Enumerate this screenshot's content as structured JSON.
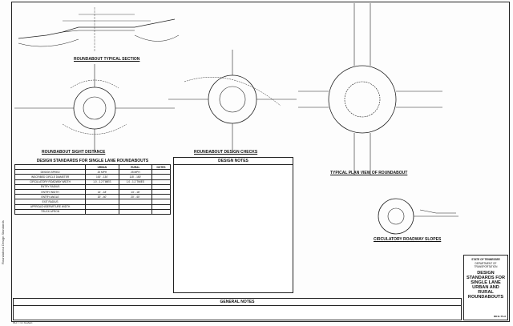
{
  "sidebar": {
    "file_path": "Roundabout Design Standards"
  },
  "drawings": {
    "typical_section": "ROUNDABOUT TYPICAL SECTION",
    "sight_distance": "ROUNDABOUT SIGHT DISTANCE",
    "design_checks": "ROUNDABOUT DESIGN CHECKS",
    "plan_view": "TYPICAL PLAN VIEW OF ROUNDABOUT",
    "roadway_slopes": "CIRCULATORY ROADWAY SLOPES"
  },
  "standards": {
    "title": "DESIGN STANDARDS FOR SINGLE LANE ROUNDABOUTS",
    "headers": [
      "",
      "URBAN",
      "RURAL",
      "NOTES"
    ],
    "rows": [
      [
        "DESIGN SPEED",
        "20 MPH",
        "25 MPH",
        ""
      ],
      [
        "INSCRIBED CIRCLE DIAMETER",
        "100' - 130'",
        "115' - 150'",
        ""
      ],
      [
        "CIRCULATORY ROADWAY WIDTH",
        "1.0 - 1.2 TIMES",
        "1.0 - 1.2 TIMES",
        ""
      ],
      [
        "ENTRY RADIUS",
        "",
        "",
        ""
      ],
      [
        "ENTRY WIDTH",
        "14' - 18'",
        "14' - 18'",
        ""
      ],
      [
        "ENTRY ANGLE",
        "20' - 40'",
        "20' - 40'",
        ""
      ],
      [
        "EXIT RADIUS",
        "",
        "",
        ""
      ],
      [
        "APPROACH/DEPARTURE WIDTH",
        "",
        "",
        ""
      ],
      [
        "TRUCK APRON",
        "",
        "",
        ""
      ]
    ],
    "footnote": ""
  },
  "design_notes": {
    "title": "DESIGN NOTES",
    "items": [
      "",
      "",
      "",
      "",
      "",
      "",
      "",
      "",
      ""
    ]
  },
  "general_notes": {
    "title": "GENERAL NOTES",
    "items": [
      "",
      "",
      ""
    ]
  },
  "sheet": {
    "not_to_scale": "NOT TO SCALE"
  },
  "title_block": {
    "state": "STATE OF TENNESSEE",
    "department": "DEPARTMENT OF TRANSPORTATION",
    "title": "DESIGN STANDARDS FOR SINGLE LANE URBAN AND RURAL ROUNDABOUTS",
    "date": "",
    "number": "RD11-TS-6"
  }
}
